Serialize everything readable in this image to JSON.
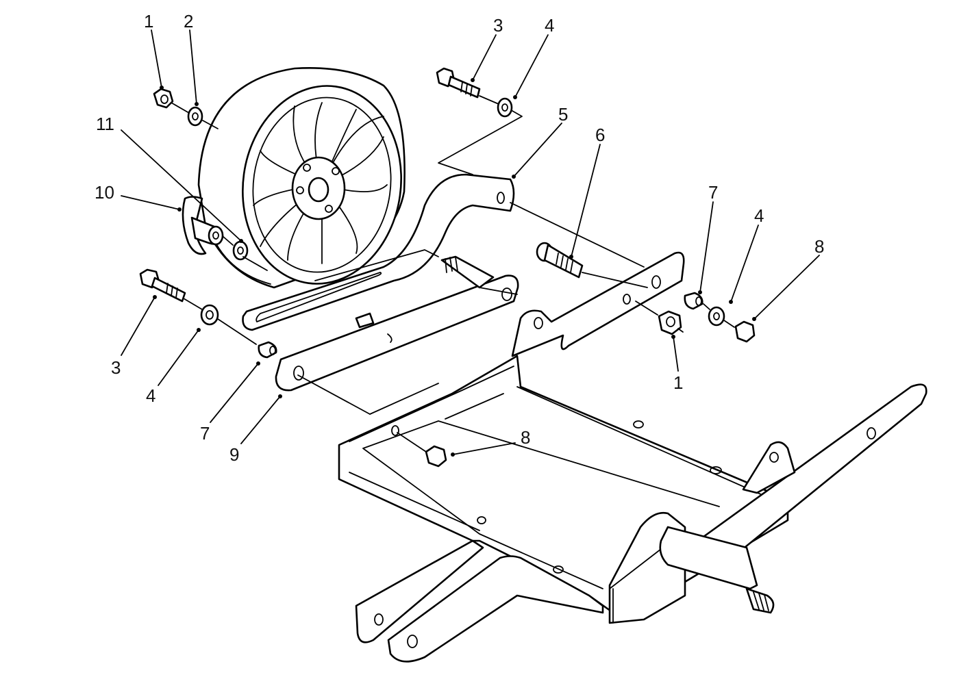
{
  "callouts": [
    {
      "id": "c1a",
      "text": "1"
    },
    {
      "id": "c2",
      "text": "2"
    },
    {
      "id": "c3a",
      "text": "3"
    },
    {
      "id": "c4a",
      "text": "4"
    },
    {
      "id": "c5",
      "text": "5"
    },
    {
      "id": "c6",
      "text": "6"
    },
    {
      "id": "c7a",
      "text": "7"
    },
    {
      "id": "c4b",
      "text": "4"
    },
    {
      "id": "c8a",
      "text": "8"
    },
    {
      "id": "c11",
      "text": "11"
    },
    {
      "id": "c10",
      "text": "10"
    },
    {
      "id": "c3b",
      "text": "3"
    },
    {
      "id": "c4c",
      "text": "4"
    },
    {
      "id": "c7b",
      "text": "7"
    },
    {
      "id": "c9",
      "text": "9"
    },
    {
      "id": "c1b",
      "text": "1"
    },
    {
      "id": "c8b",
      "text": "8"
    }
  ]
}
